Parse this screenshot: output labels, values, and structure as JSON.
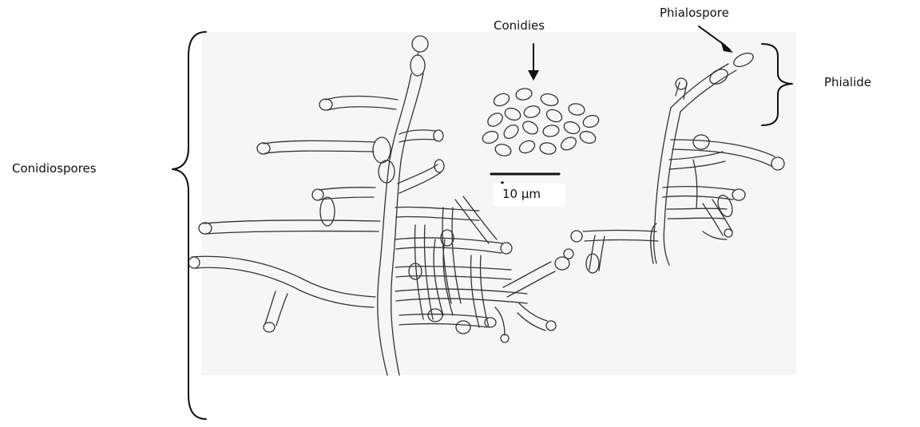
{
  "labels": {
    "conidiospores": "Conidiospores",
    "conidies": "Conidies",
    "phialospore": "Phialospore",
    "phialide": "Phialide"
  },
  "scale_bar": {
    "label": "10 µm"
  },
  "colors": {
    "ink": "#111111",
    "drawing_background": "#f6f6f6",
    "page_background": "#ffffff"
  }
}
